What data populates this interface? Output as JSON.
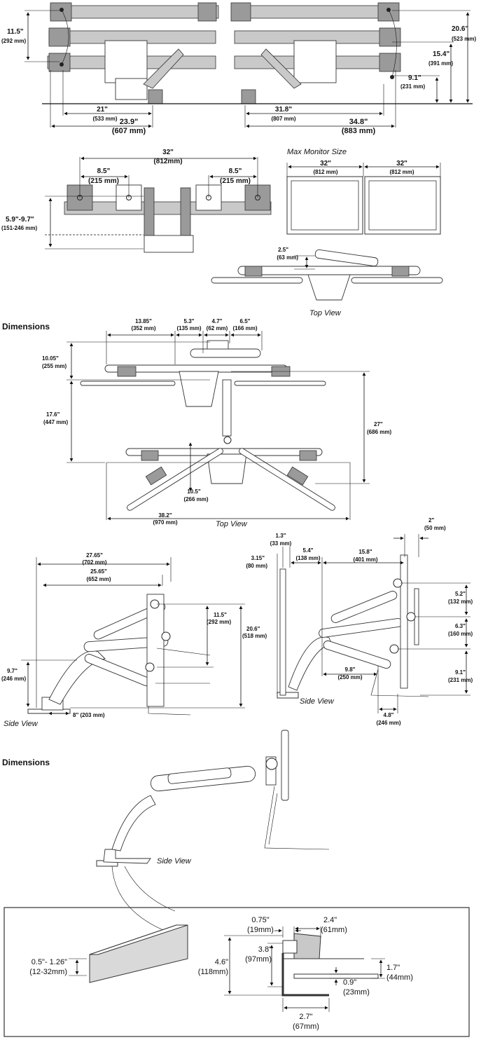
{
  "sections": {
    "dimensions_1": "Dimensions",
    "dimensions_2": "Dimensions"
  },
  "views": {
    "max_monitor_size": "Max Monitor Size",
    "top_view_1": "Top View",
    "top_view_2": "Top View",
    "side_view_1": "Side View",
    "side_view_2": "Side View",
    "side_view_3": "Side View"
  },
  "front_left": {
    "height": [
      "11.5\"",
      "(292 mm)"
    ],
    "width_inner": [
      "21\"",
      "(533 mm)"
    ],
    "width_outer": [
      "23.9\"",
      "(607 mm)"
    ]
  },
  "front_right": {
    "h_total": [
      "20.6\"",
      "(523 mm)"
    ],
    "h_mid": [
      "15.4\"",
      "(391 mm)"
    ],
    "h_low": [
      "9.1\"",
      "(231 mm)"
    ],
    "width_inner": [
      "31.8\"",
      "(807 mm)"
    ],
    "width_outer": [
      "34.8\"",
      "(883 mm)"
    ]
  },
  "crossbar": {
    "span": [
      "32\"",
      "(812mm)"
    ],
    "left_offset": [
      "8.5\"",
      "(215 mm)"
    ],
    "right_offset": [
      "8.5\"",
      "(215 mm)"
    ],
    "height_range": [
      "5.9\"-9.7\"",
      "(151-246 mm)"
    ]
  },
  "max_monitor": {
    "left": [
      "32\"",
      "(812 mm)"
    ],
    "right": [
      "32\"",
      "(812 mm)"
    ]
  },
  "top_view_small": {
    "depth": [
      "2.5\"",
      "(63 mm)"
    ]
  },
  "top_view_dims": {
    "a": [
      "13.85\"",
      "(352 mm)"
    ],
    "b": [
      "5.3\"",
      "(135 mm)"
    ],
    "c": [
      "4.7\"",
      "(62 mm)"
    ],
    "d": [
      "6.5\"",
      "(166 mm)"
    ],
    "e": [
      "10.05\"",
      "(255 mm)"
    ],
    "f": [
      "17.6\"",
      "(447 mm)"
    ],
    "g": [
      "27\"",
      "(686 mm)"
    ],
    "h": [
      "10.5\"",
      "(266 mm)"
    ],
    "i": [
      "38.2\"",
      "(970 mm)"
    ]
  },
  "side_left": {
    "reach_outer": [
      "27.65\"",
      "(702 mm)"
    ],
    "reach_inner": [
      "25.65\"",
      "(652 mm)"
    ],
    "rise": [
      "11.5\"",
      "(292 mm)"
    ],
    "height": [
      "20.6\"",
      "(518 mm)"
    ],
    "pole": [
      "9.7\"",
      "(246 mm)"
    ],
    "base": "8\" (203 mm)"
  },
  "side_right": {
    "a": [
      "1.3\"",
      "(33 mm)"
    ],
    "b": [
      "3.15\"",
      "(80 mm)"
    ],
    "c": [
      "5.4\"",
      "(138 mm)"
    ],
    "d": [
      "15.8\"",
      "(401 mm)"
    ],
    "e": [
      "2\"",
      "(50 mm)"
    ],
    "f": [
      "5.2\"",
      "(132 mm)"
    ],
    "g": [
      "6.3\"",
      "(160 mm)"
    ],
    "h": [
      "9.1\"",
      "(231 mm)"
    ],
    "i": [
      "9.8\"",
      "(250 mm)"
    ],
    "j": [
      "4.8\"",
      "(246 mm)"
    ]
  },
  "clamp": {
    "desk_thickness": [
      "0.5\"- 1.26\"",
      "(12-32mm)"
    ],
    "a": [
      "0.75\"",
      "(19mm)"
    ],
    "b": [
      "2.4\"",
      "(61mm)"
    ],
    "c": [
      "3.8\"",
      "(97mm)"
    ],
    "d": [
      "4.6\"",
      "(118mm)"
    ],
    "e": [
      "0.9\"",
      "(23mm)"
    ],
    "f": [
      "1.7\"",
      "(44mm)"
    ],
    "g": [
      "2.7\"",
      "(67mm)"
    ]
  }
}
